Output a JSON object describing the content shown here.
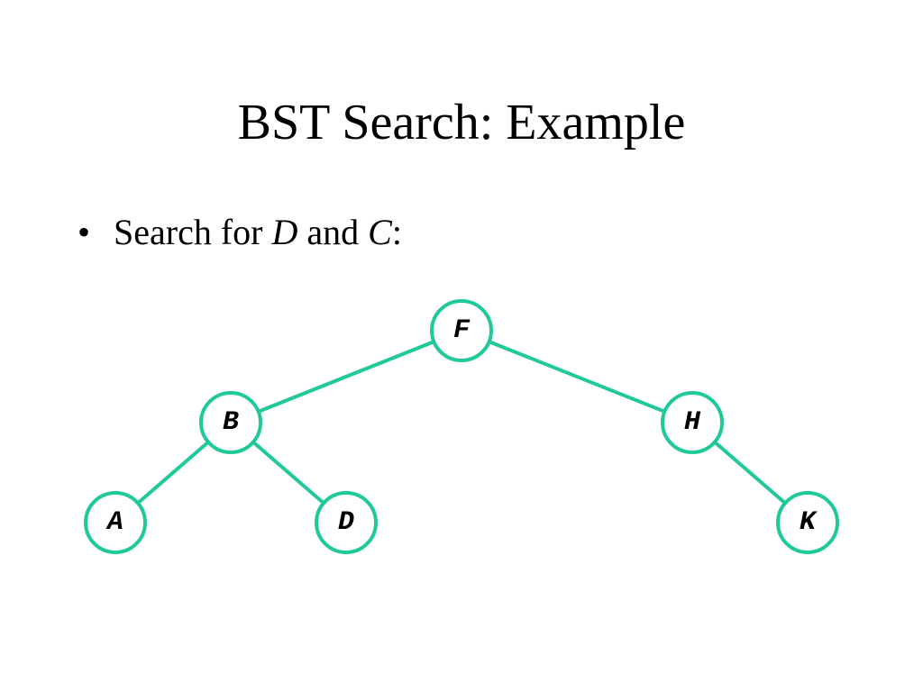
{
  "title": "BST Search: Example",
  "bullet": {
    "marker": "•",
    "prefix": "Search for ",
    "first": "D",
    "middle": " and ",
    "second": "C",
    "suffix": ":"
  },
  "tree": {
    "color": "#1fc99a",
    "nodes": [
      {
        "id": "F",
        "label": "F"
      },
      {
        "id": "B",
        "label": "B"
      },
      {
        "id": "H",
        "label": "H"
      },
      {
        "id": "A",
        "label": "A"
      },
      {
        "id": "D",
        "label": "D"
      },
      {
        "id": "K",
        "label": "K"
      }
    ],
    "edges": [
      [
        "F",
        "B"
      ],
      [
        "F",
        "H"
      ],
      [
        "B",
        "A"
      ],
      [
        "B",
        "D"
      ],
      [
        "H",
        "K"
      ]
    ]
  }
}
